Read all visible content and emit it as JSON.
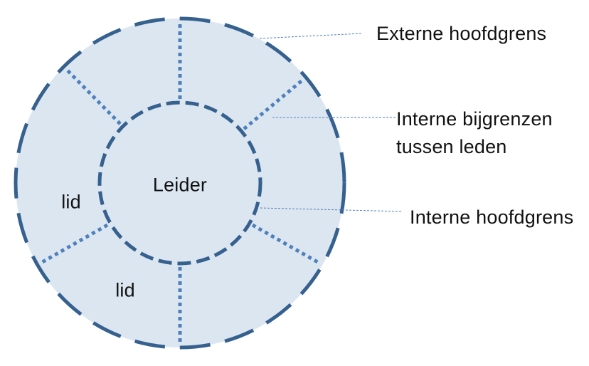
{
  "diagram": {
    "center_label": "Leider",
    "member_label_1": "lid",
    "member_label_2": "lid",
    "annotations": {
      "externe": "Externe hoofdgrens",
      "bijgrenzen_line1": "Interne bijgrenzen",
      "bijgrenzen_line2": "tussen leden",
      "interne": "Interne hoofdgrens"
    }
  },
  "colors": {
    "ring_fill": "#dce6f1",
    "main_boundary": "#36618f",
    "sub_boundary": "#4e81bb",
    "leader_line": "#4f81bd",
    "label_text": "#111111"
  }
}
